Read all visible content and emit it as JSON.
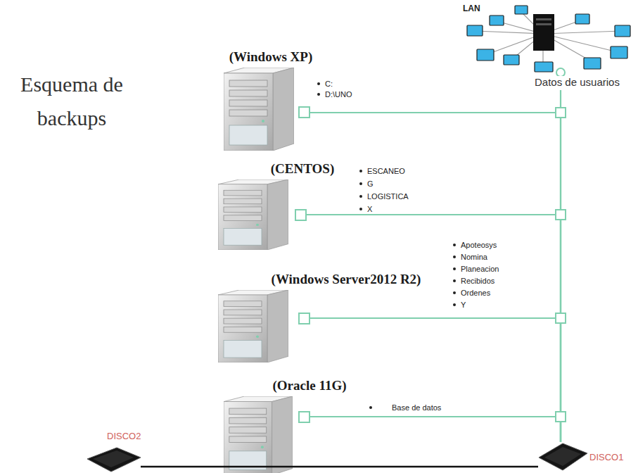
{
  "diagram": {
    "title": "Esquema de backups",
    "nodes": [
      {
        "text": [
          "LAN",
          "Datos de usuarios"
        ]
      },
      {
        "text": [
          "(Windows XP)"
        ]
      },
      {
        "text": [
          "(CENTOS)"
        ]
      },
      {
        "text": [
          "(Windows Server2012 R2)"
        ]
      },
      {
        "text": [
          "(Oracle 11G)"
        ]
      },
      {
        "text": [
          "DISCO2"
        ]
      },
      {
        "text": [
          "DISCO1"
        ]
      }
    ],
    "edges": [
      {
        "from": 0,
        "to": 6,
        "arrow": "none"
      },
      {
        "from": 1,
        "to": 6,
        "arrow": "none"
      },
      {
        "from": 2,
        "to": 6,
        "arrow": "none"
      },
      {
        "from": 3,
        "to": 6,
        "arrow": "none"
      },
      {
        "from": 4,
        "to": 6,
        "arrow": "none"
      },
      {
        "from": 5,
        "to": 6,
        "arrow": "none"
      }
    ],
    "labels": [
      "C:",
      "D:\\UNO",
      "ESCANEO",
      "G",
      "LOGISTICA",
      "X",
      "Apoteosys",
      "Nomina",
      "Planeacion",
      "Recibidos",
      "Ordenes",
      "Y",
      "Base de datos"
    ]
  }
}
